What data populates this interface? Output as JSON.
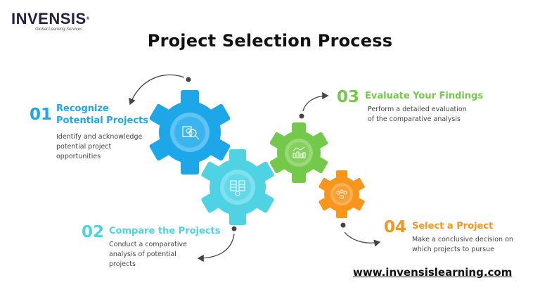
{
  "brand": {
    "logo_text": "INVENSIS",
    "logo_tagline": "Global Learning Services",
    "registered_mark": "®",
    "url": "www.invensislearning.com"
  },
  "title": "Project Selection Process",
  "colors": {
    "step1": "#1ea7e8",
    "step2": "#4fd2e3",
    "step3": "#74c94b",
    "step4": "#f7951d",
    "arrow": "#444444",
    "logo_dark": "#1e2240",
    "logo_red": "#e02020"
  },
  "steps": [
    {
      "number": "01",
      "heading_line1": "Recognize",
      "heading_line2": "Potential Projects",
      "desc_lines": [
        "Identify and acknowledge",
        "potential project",
        "opportunities"
      ],
      "icon": "search-person-question-icon"
    },
    {
      "number": "02",
      "heading_line1": "Compare the Projects",
      "desc_lines": [
        "Conduct a comparative",
        "analysis of potential",
        "projects"
      ],
      "icon": "compare-table-icon"
    },
    {
      "number": "03",
      "heading_line1": "Evaluate Your Findings",
      "desc_lines": [
        "Perform a detailed evaluation",
        "of the comparative analysis"
      ],
      "icon": "analytics-chart-icon"
    },
    {
      "number": "04",
      "heading_line1": "Select a Project",
      "desc_lines": [
        "Make a conclusive decision on",
        "which projects to pursue"
      ],
      "icon": "team-selection-icon"
    }
  ]
}
